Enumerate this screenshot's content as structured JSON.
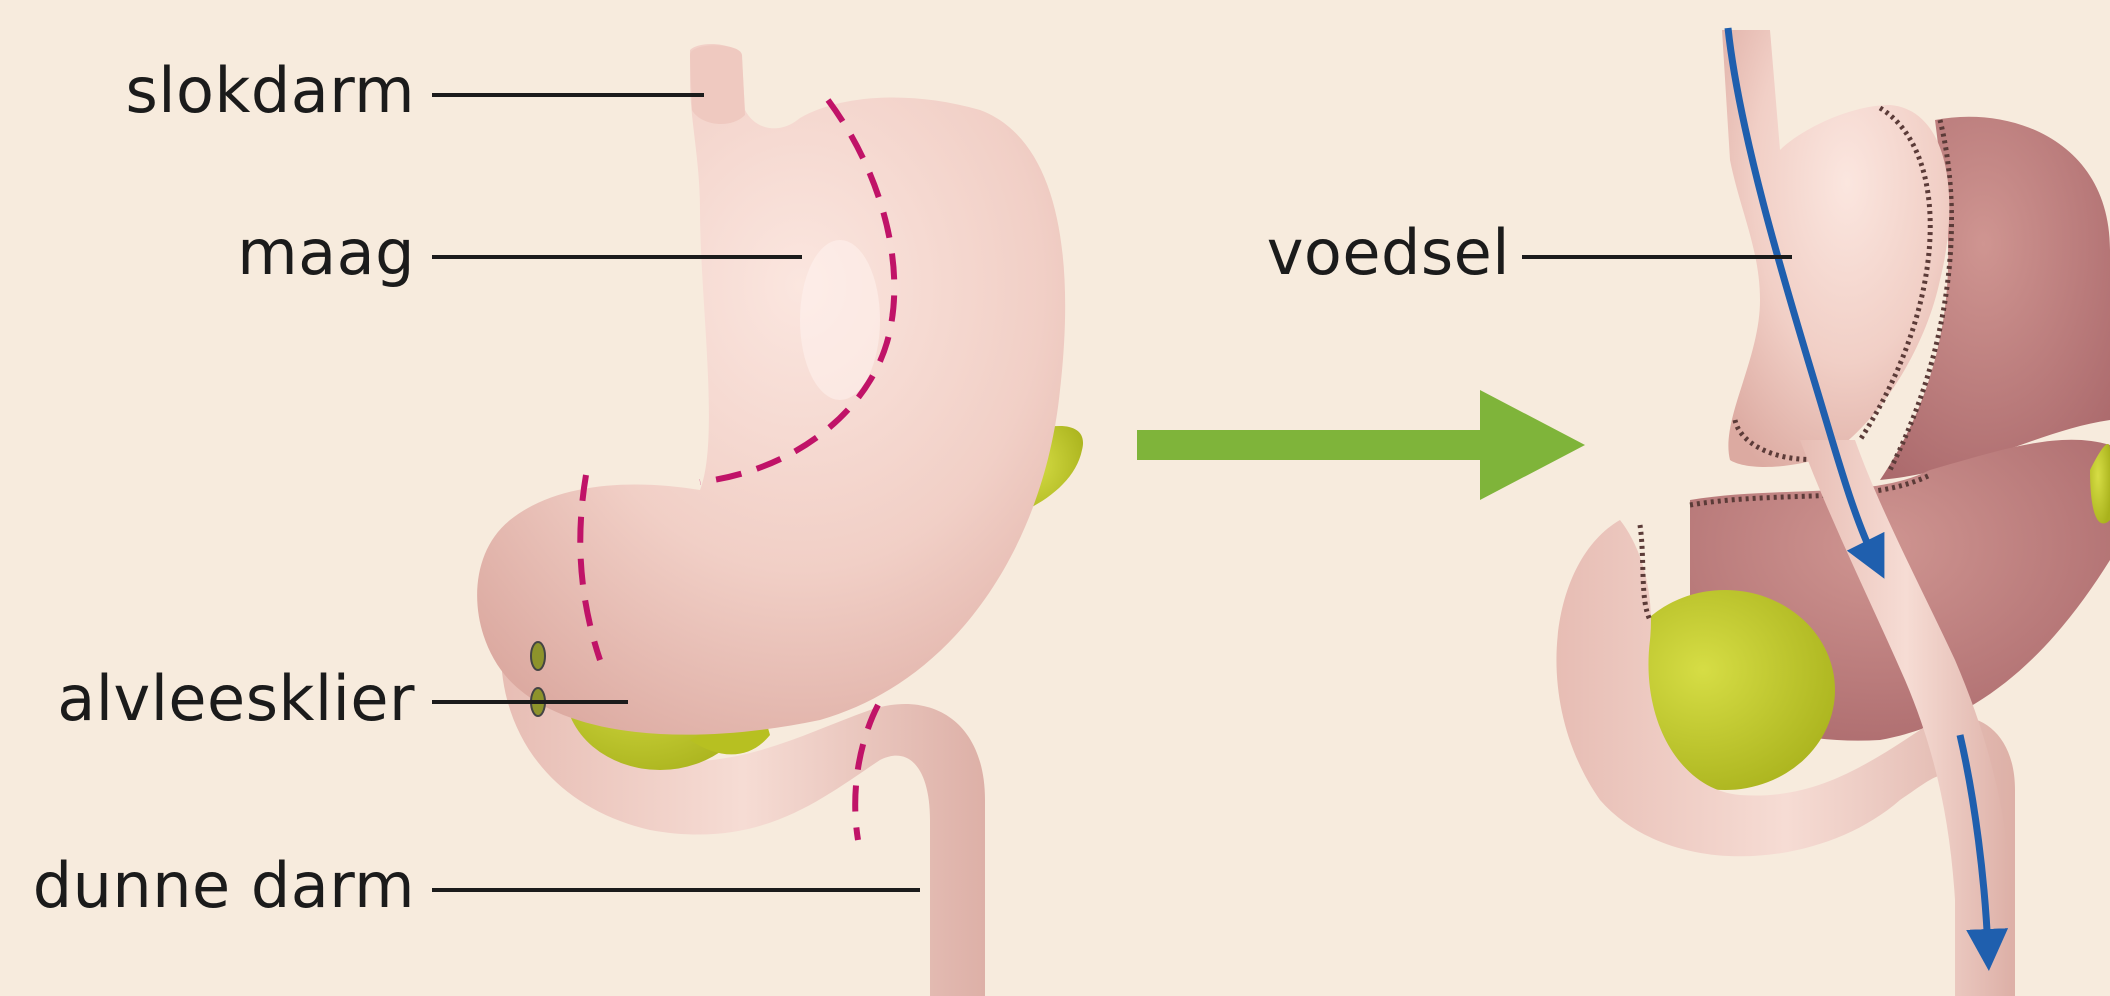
{
  "labels": {
    "esophagus": "slokdarm",
    "stomach": "maag",
    "pancreas": "alvleesklier",
    "small_intestine": "dunne darm",
    "food": "voedsel"
  },
  "colors": {
    "background": "#f7ebdd",
    "organ_pink": "#f1cfc6",
    "organ_pink_shadow": "#d9a89f",
    "removed_stomach": "#c07f7b",
    "pancreas_yellow": "#c4cc2a",
    "cut_line": "#c01368",
    "arrow_green": "#7fb43a",
    "food_flow_blue": "#1f5fae",
    "label_text": "#1b1b1b"
  }
}
